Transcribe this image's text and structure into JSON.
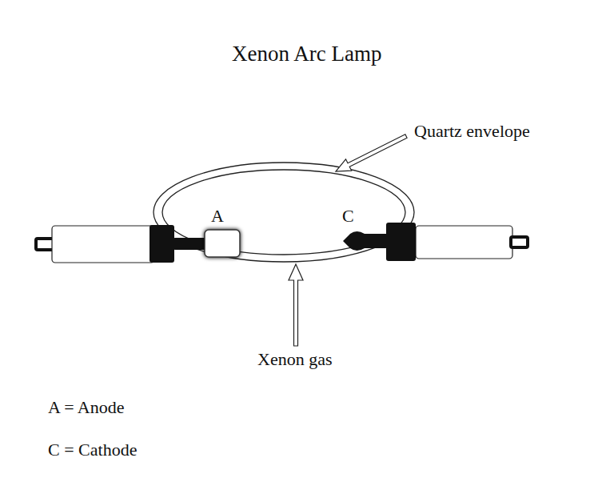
{
  "diagram": {
    "title": "Xenon Arc Lamp",
    "labels": [
      "Quartz envelope",
      "A",
      "C",
      "Xenon gas",
      "A = Anode",
      "C = Cathode"
    ]
  }
}
